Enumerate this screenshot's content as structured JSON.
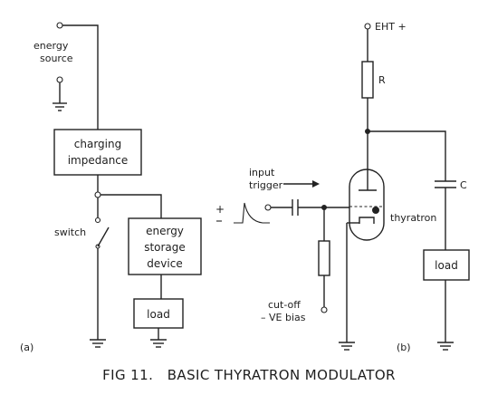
{
  "panel_a": {
    "energy_source": [
      "energy",
      "source"
    ],
    "charging_impedance": [
      "charging",
      "impedance"
    ],
    "switch": "switch",
    "storage_device": [
      "energy",
      "storage",
      "device"
    ],
    "load": "load",
    "tag": "(a)"
  },
  "panel_b": {
    "eht": "EHT +",
    "resistor": "R",
    "capacitor": "C",
    "input_trigger": [
      "input",
      "trigger"
    ],
    "plus_sign": "+",
    "tube": "thyratron",
    "load": "load",
    "bias": [
      "cut-off",
      "– VE bias"
    ],
    "tag": "(b)"
  },
  "caption": "FIG 11.   BASIC THYRATRON MODULATOR"
}
